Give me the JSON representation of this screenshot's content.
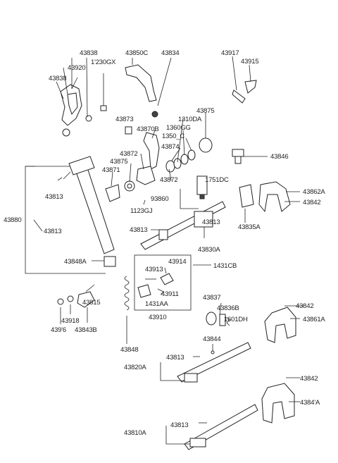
{
  "labels": {
    "l43838a": "43838",
    "l1230GX": "1'230GX",
    "l43920": "43920",
    "l43838b": "43838",
    "l43850C": "43850C",
    "l43834": "43834",
    "l43917": "43917",
    "l43915": "43915",
    "l43873": "43873",
    "l1310DA": "1310DA",
    "l43875": "43875",
    "l1360GG": "1360GG",
    "l43870B": "43870B",
    "l1350C": "1350_C",
    "l43874": "43874",
    "l43872a": "43872",
    "l43846": "43846",
    "l43875x": "43875",
    "l43871": "43871",
    "l43872b": "43872",
    "l1751DC": "1751DC",
    "l43813a": "43813",
    "l93860": "93860",
    "l43862A": "43862A",
    "l43842a": "43842",
    "l1123GJ": "1123GJ",
    "l43880": "43880",
    "l43813b": "43813",
    "l43813c": "43813",
    "l43813d": "43813",
    "l43835A": "43835A",
    "l43830A": "43830A",
    "l43848A": "43848A",
    "l43914": "43914",
    "l43913": "43913",
    "l1431CB": "1431CB",
    "l43911": "43911",
    "l1431AA": "1431AA",
    "l43815": "43815",
    "l43910": "43910",
    "l43918": "43918",
    "l43916": "439'6",
    "l43843B": "43843B",
    "l43837": "43837",
    "l43836B": "43836B",
    "l1601DH": "1601DH",
    "l43842b": "43842",
    "l43861A": "43861A",
    "l43844": "43844",
    "l43848": "43848",
    "l43813e": "43813",
    "l43820A": "43820A",
    "l43842c": "43842",
    "l43841A": "4384'A",
    "l43813f": "43813",
    "l43810A": "43810A"
  }
}
